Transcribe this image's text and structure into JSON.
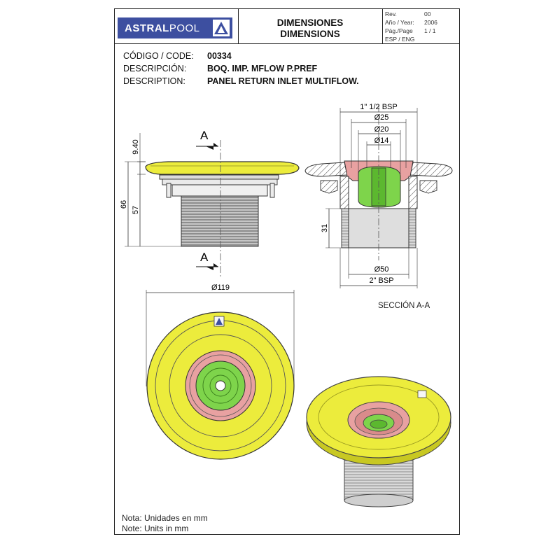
{
  "header": {
    "brand_part1": "ASTRAL",
    "brand_part2": "POOL",
    "title_es": "DIMENSIONES",
    "title_en": "DIMENSIONS",
    "revision_block": [
      {
        "label": "Rev.",
        "value": "00"
      },
      {
        "label": "Año / Year:",
        "value": "2006"
      },
      {
        "label": "Pág./Page",
        "value": "1 / 1"
      },
      {
        "label": "ESP / ENG",
        "value": ""
      }
    ]
  },
  "product": {
    "code_label": "CÓDIGO / CODE:",
    "code": "00334",
    "desc_es_label": "DESCRIPCIÓN:",
    "desc_es": "BOQ. IMP. MFLOW P.PREF",
    "desc_en_label": "DESCRIPTION:",
    "desc_en": "PANEL RETURN INLET MULTIFLOW."
  },
  "dimensions": {
    "thread_top": "1\" 1/2 BSP",
    "d25": "Ø25",
    "d20": "Ø20",
    "d14": "Ø14",
    "d50": "Ø50",
    "thread_bottom": "2\" BSP",
    "h31": "31",
    "h940": "9.40",
    "h66": "66",
    "h57": "57",
    "d119": "Ø119",
    "section_mark": "A"
  },
  "section_label": "SECCIÓN A-A",
  "notes": {
    "es": "Nota: Unidades en mm",
    "en": "Note: Units in mm"
  },
  "colors": {
    "flange_yellow": "#ecec3c",
    "pink": "#e8a1a1",
    "green": "#7ed44b",
    "brand_blue": "#3d4fa0",
    "thread_gray": "#b9b9b9"
  }
}
